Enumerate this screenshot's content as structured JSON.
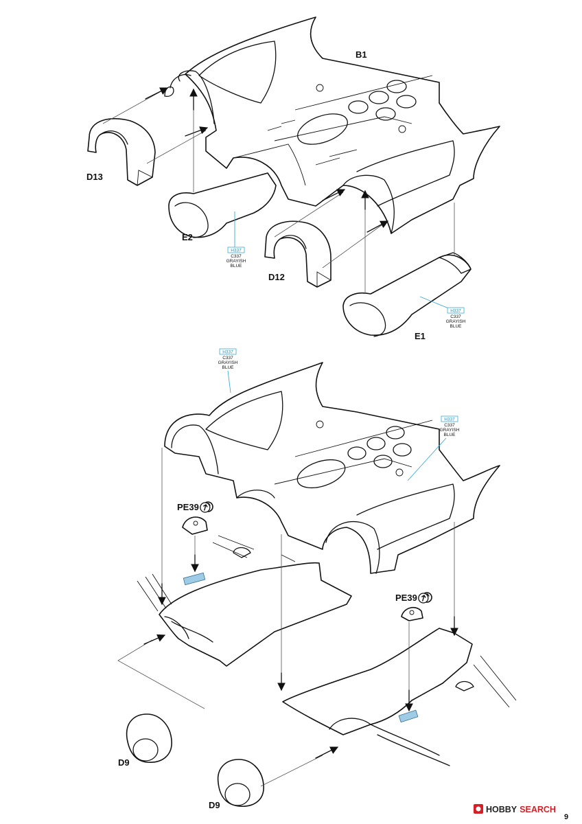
{
  "parts": {
    "b1": "B1",
    "d13": "D13",
    "e2": "E2",
    "d12": "D12",
    "e1": "E1",
    "d9_left": "D9",
    "d9_right": "D9",
    "pe39_left": "PE39",
    "pe39_right": "PE39"
  },
  "paint_callouts": [
    {
      "h": "H337",
      "c": "C337",
      "line1": "GRAYISH",
      "line2": "BLUE"
    },
    {
      "h": "H337",
      "c": "C337",
      "line1": "GRAYISH",
      "line2": "BLUE"
    },
    {
      "h": "H337",
      "c": "C337",
      "line1": "GRAYISH",
      "line2": "BLUE"
    },
    {
      "h": "H337",
      "c": "C337",
      "line1": "GRAYISH",
      "line2": "BLUE"
    }
  ],
  "watermark": {
    "left": "HOBBY",
    "right": "SEARCH"
  },
  "page_number": "9",
  "colors": {
    "callout_blue": "#38a8d8",
    "photoetch_tab": "#9ecbe6",
    "brand_red": "#d41f26"
  }
}
